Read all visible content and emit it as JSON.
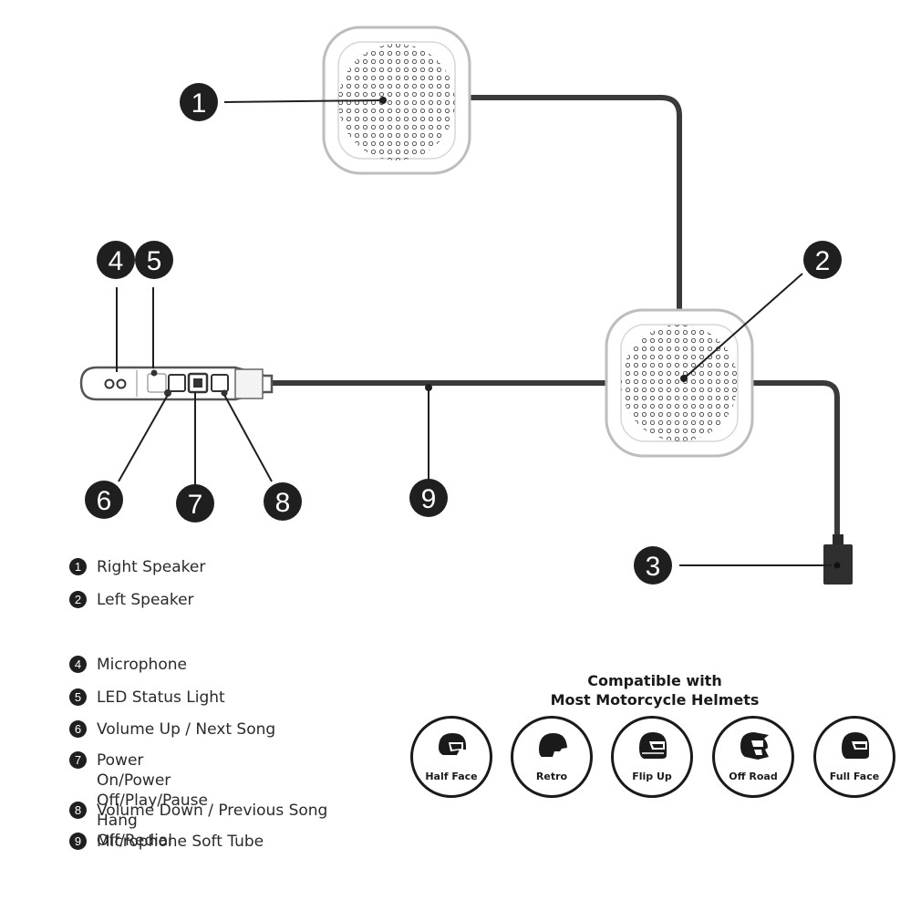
{
  "callouts": [
    "1",
    "2",
    "3",
    "4",
    "5",
    "6",
    "7",
    "8",
    "9"
  ],
  "legend": {
    "items": [
      {
        "num": "1",
        "text": "Right Speaker"
      },
      {
        "num": "2",
        "text": "Left Speaker"
      },
      {
        "num": "4",
        "text": "Microphone"
      },
      {
        "num": "5",
        "text": "LED Status Light"
      },
      {
        "num": "6",
        "text": "Volume Up / Next Song"
      },
      {
        "num": "7",
        "text": "Power On/Power Off/Play/Pause\nHang Off/Redial"
      },
      {
        "num": "8",
        "text": "Volume Down / Previous Song"
      },
      {
        "num": "9",
        "text": "Microphone Soft Tube"
      }
    ]
  },
  "compatibility": {
    "title_line1": "Compatible with",
    "title_line2": "Most Motorcycle Helmets",
    "helmets": [
      {
        "label": "Half Face",
        "icon": "half-face-helmet-icon"
      },
      {
        "label": "Retro",
        "icon": "retro-helmet-icon"
      },
      {
        "label": "Flip Up",
        "icon": "flip-up-helmet-icon"
      },
      {
        "label": "Off Road",
        "icon": "off-road-helmet-icon"
      },
      {
        "label": "Full Face",
        "icon": "full-face-helmet-icon"
      }
    ]
  },
  "colors": {
    "ink": "#1f1f1f",
    "cable": "#3a3a3a",
    "speaker_outline": "#bdbdbd"
  }
}
